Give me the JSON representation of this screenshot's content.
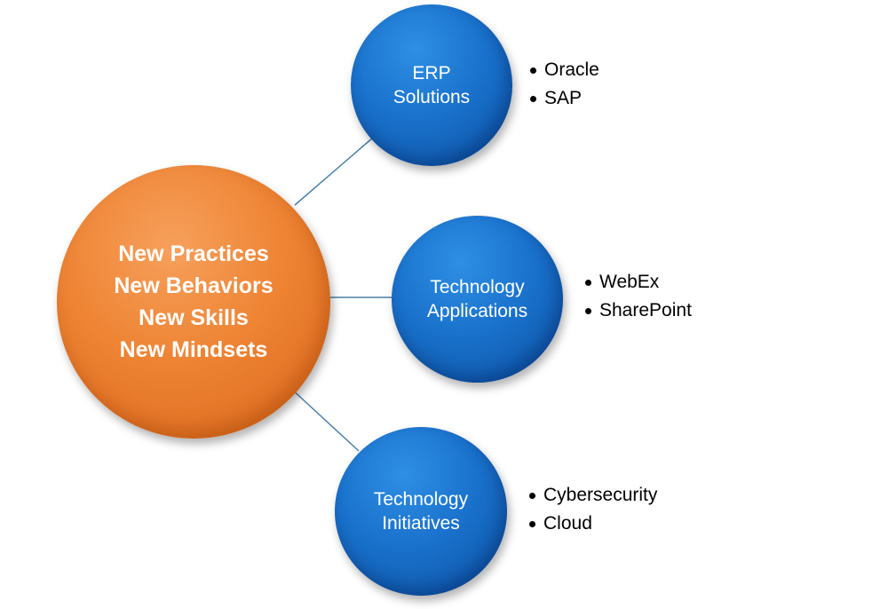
{
  "center": {
    "lines": [
      "New Practices",
      "New Behaviors",
      "New Skills",
      "New Mindsets"
    ],
    "color": "#ee8434"
  },
  "nodes": [
    {
      "lines": [
        "ERP",
        "Solutions"
      ],
      "bullets": [
        "Oracle",
        "SAP"
      ],
      "color": "#1a72cc"
    },
    {
      "lines": [
        "Technology",
        "Applications"
      ],
      "bullets": [
        "WebEx",
        "SharePoint"
      ],
      "color": "#1a72cc"
    },
    {
      "lines": [
        "Technology",
        "Initiatives"
      ],
      "bullets": [
        "Cybersecurity",
        "Cloud"
      ],
      "color": "#1a72cc"
    }
  ],
  "connector_color": "#4a7fa8"
}
